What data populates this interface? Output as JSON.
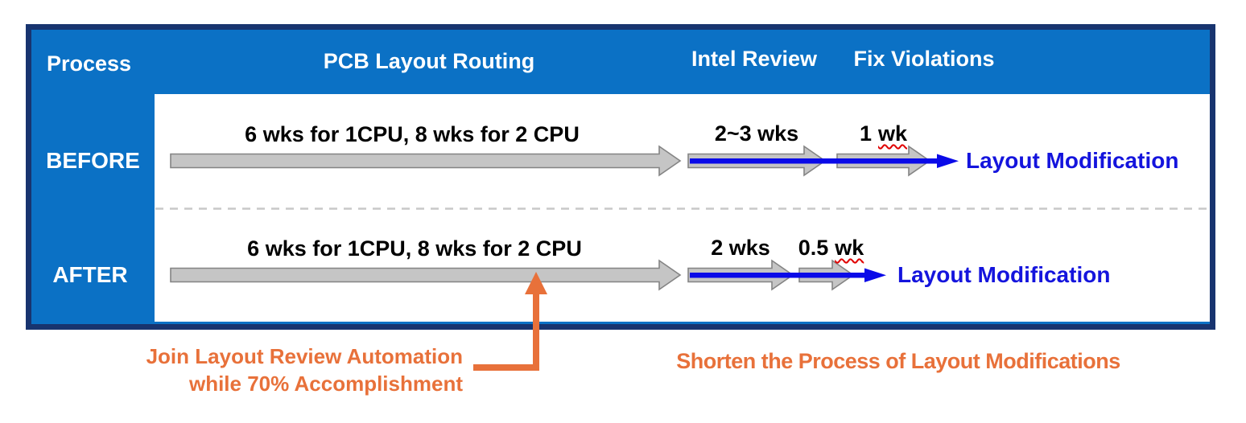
{
  "title": "Process comparison diagram",
  "palette": {
    "header_blue": "#0b71c5",
    "border_navy": "#18346f",
    "arrow_gray": "#c5c5c5",
    "arrow_gray_border": "#848484",
    "flow_blue": "#0a0ae8",
    "outcome_blue": "#1414dd",
    "annotation_orange": "#e8713a",
    "squiggle_red": "#e00000",
    "dashed_gray": "#c8c8c8",
    "text_black": "#000000",
    "header_text_white": "#ffffff"
  },
  "header": {
    "process": "Process",
    "pcb_layout_routing": "PCB Layout Routing",
    "intel_review": "Intel Review",
    "fix_violations": "Fix Violations"
  },
  "rows": {
    "before": {
      "label": "BEFORE",
      "routing_duration": "6 wks for 1CPU, 8 wks for 2 CPU",
      "review_duration": "2~3 wks",
      "fix_value": "1",
      "fix_unit": "wk",
      "outcome": "Layout Modification"
    },
    "after": {
      "label": "AFTER",
      "routing_duration": "6 wks for 1CPU, 8 wks for 2 CPU",
      "review_duration": "2 wks",
      "fix_value": "0.5",
      "fix_unit": "wk",
      "outcome": "Layout Modification"
    }
  },
  "annotations": {
    "join_line1": "Join Layout Review Automation",
    "join_line2": "while 70% Accomplishment",
    "shorten": "Shorten the Process of Layout Modifications"
  },
  "icons": {
    "gray_block_arrow": "right-block-arrow",
    "blue_flow_arrow": "right-flow-arrow",
    "orange_callout_arrow": "up-elbow-arrow"
  }
}
